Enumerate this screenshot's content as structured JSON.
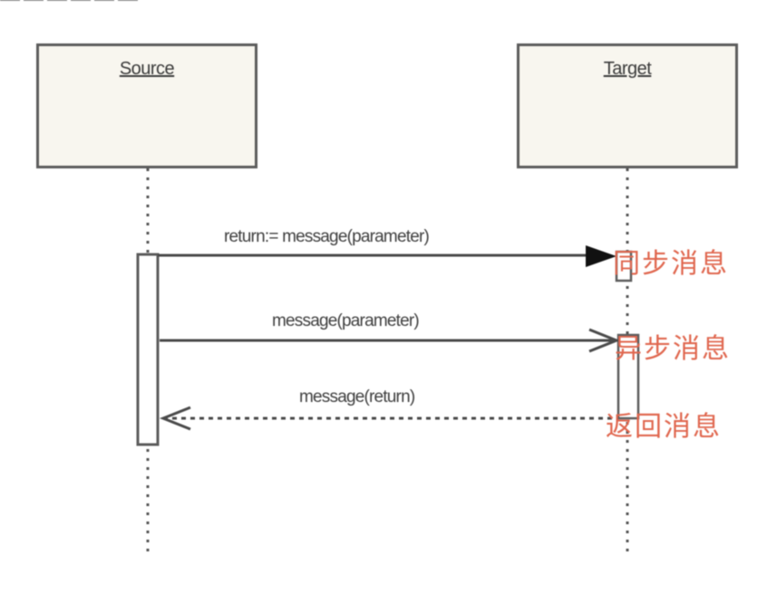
{
  "top_fragment": "——————",
  "participants": {
    "source": {
      "label": "Source"
    },
    "target": {
      "label": "Target"
    }
  },
  "messages": {
    "sync": {
      "label": "return:= message(parameter)"
    },
    "async": {
      "label": "message(parameter)"
    },
    "reply": {
      "label": "message(return)"
    }
  },
  "notes": {
    "sync": "同步消息",
    "async": "异步消息",
    "reply": "返回消息"
  },
  "colors": {
    "line": "#4a4a4a",
    "box_fill": "#f8f6ef",
    "note": "#e0674f"
  }
}
